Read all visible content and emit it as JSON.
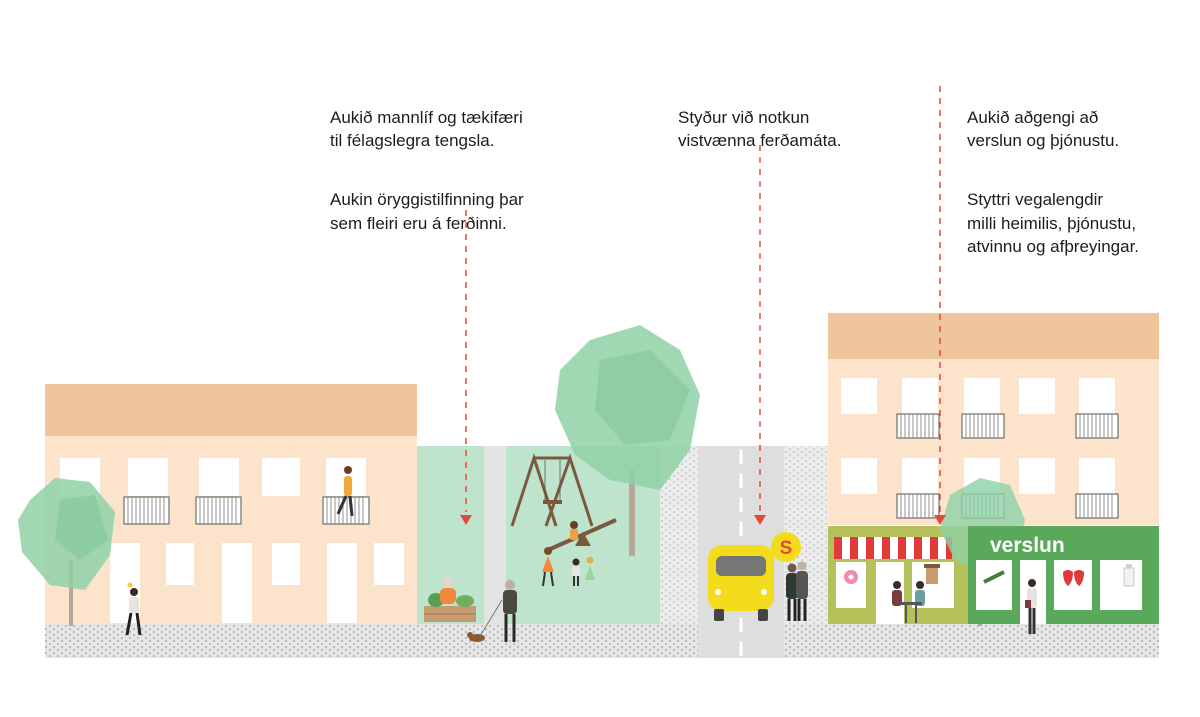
{
  "captions": [
    {
      "paragraphs": [
        "Aukið mannlíf og tækifæri\ntil félagslegra tengsla.",
        "Aukin öryggistilfinning þar\nsem fleiri eru á ferðinni."
      ]
    },
    {
      "paragraphs": [
        "Styður við notkun\nvistvænna ferðamáta."
      ]
    },
    {
      "paragraphs": [
        "Aukið aðgengi að\nverslun og þjónustu.",
        "Styttri vegalengdir\nmilli heimilis, þjónustu,\natvinnu og afþreyingar."
      ]
    }
  ],
  "bus_stop_sign": "S",
  "shop_sign": "verslun",
  "colors": {
    "arrow": "#e8473f",
    "roof": "#efc59b",
    "facade": "#fbe3cc",
    "park": "#bfe4cd",
    "tree": "#8fd1a6",
    "shop_green": "#5aa85a",
    "shop_olive": "#b5c25c",
    "bus": "#f2dc1b",
    "text": "#1c1c1c"
  }
}
